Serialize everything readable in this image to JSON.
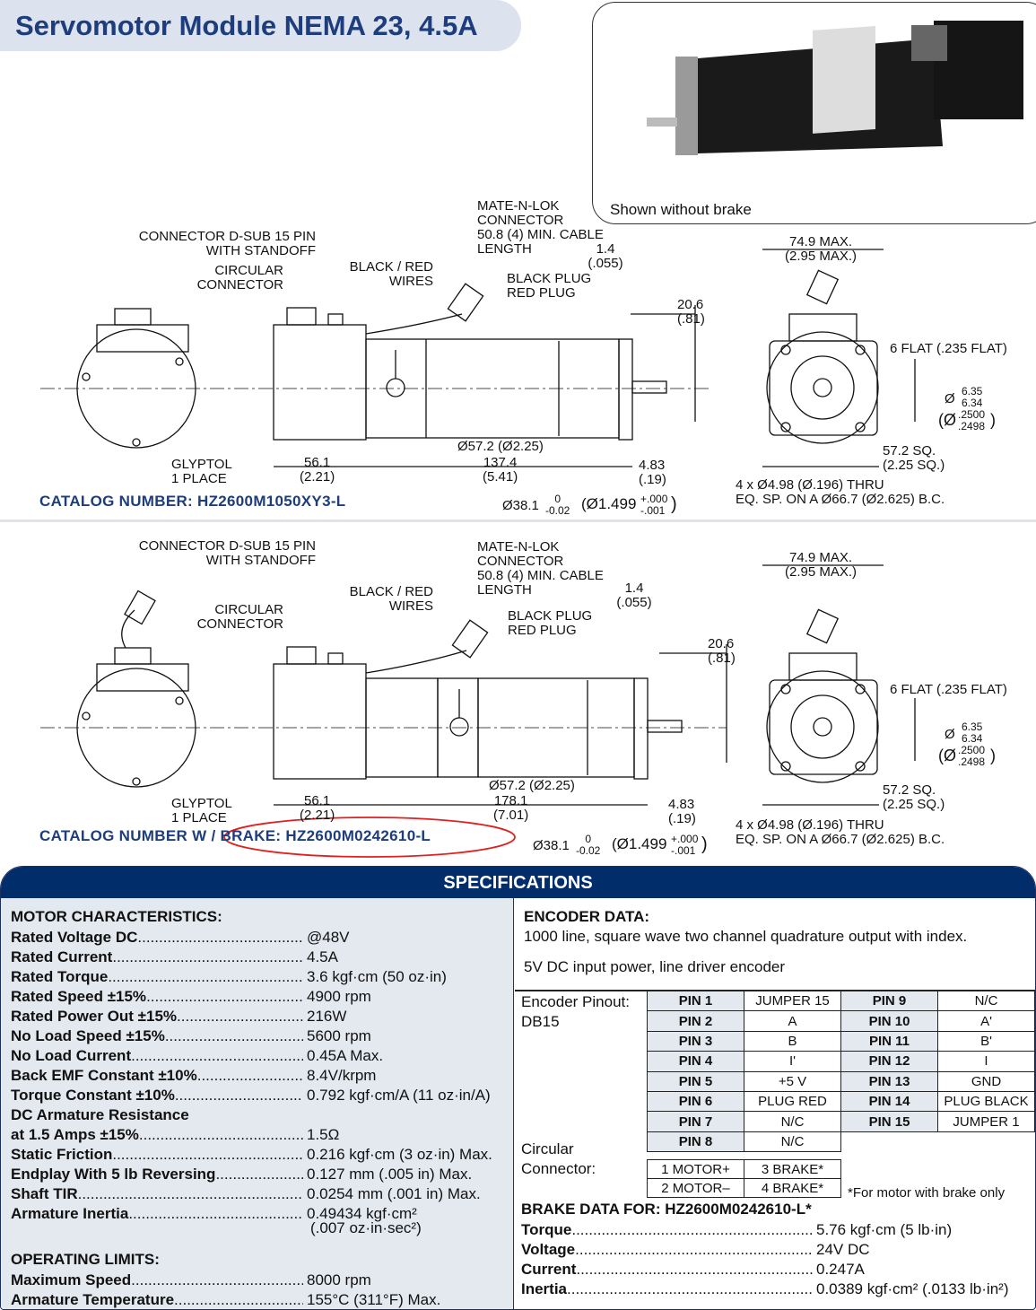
{
  "title": "Servomotor Module NEMA 23, 4.5A",
  "photo_caption": "Shown without brake",
  "drawing_top": {
    "dsub": [
      "CONNECTOR D-SUB 15 PIN",
      "WITH STANDOFF"
    ],
    "circular": [
      "CIRCULAR",
      "CONNECTOR"
    ],
    "wires": [
      "BLACK / RED",
      "WIRES"
    ],
    "mate": [
      "MATE-N-LOK",
      "CONNECTOR"
    ],
    "cable": [
      "50.8 (4) MIN. CABLE",
      "LENGTH"
    ],
    "dim_1_4": [
      "1.4",
      "(.055)"
    ],
    "plug": [
      "BLACK PLUG",
      "RED PLUG"
    ],
    "dim_20_6": [
      "20.6",
      "(.81)"
    ],
    "dim_74_9": [
      "74.9 MAX.",
      "(2.95 MAX.)"
    ],
    "flat": "6 FLAT (.235 FLAT)",
    "shaft_dia": {
      "phi": "Ø",
      "mm": [
        "6.35",
        "6.34"
      ],
      "open": "(Ø",
      "in": [
        ".2500",
        ".2498"
      ],
      "close": ")"
    },
    "sq": [
      "57.2 SQ.",
      "(2.25 SQ.)"
    ],
    "holes": [
      "4 x Ø4.98 (Ø.196) THRU",
      "EQ. SP. ON A Ø66.7 (Ø2.625) B.C."
    ],
    "glyptol": [
      "GLYPTOL",
      "1 PLACE"
    ],
    "dim_56_1": [
      "56.1",
      "(2.21)"
    ],
    "dia_57": "Ø57.2 (Ø2.25)",
    "length": [
      "137.4",
      "(5.41)"
    ],
    "dim_4_83": [
      "4.83",
      "(.19)"
    ],
    "catalog": "CATALOG NUMBER:  HZ2600M1050XY3-L",
    "pilot": {
      "mm": "Ø38.1",
      "mm_tol": [
        "0",
        "-0.02"
      ],
      "in": "(Ø1.499",
      "in_tol": [
        "+.000",
        "-.001"
      ],
      "close": ")"
    }
  },
  "drawing_bottom": {
    "dsub": [
      "CONNECTOR D-SUB 15 PIN",
      "WITH STANDOFF"
    ],
    "circular": [
      "CIRCULAR",
      "CONNECTOR"
    ],
    "wires": [
      "BLACK / RED",
      "WIRES"
    ],
    "mate": [
      "MATE-N-LOK",
      "CONNECTOR"
    ],
    "cable": [
      "50.8 (4) MIN. CABLE",
      "LENGTH"
    ],
    "dim_1_4": [
      "1.4",
      "(.055)"
    ],
    "plug": [
      "BLACK PLUG",
      "RED PLUG"
    ],
    "dim_20_6": [
      "20.6",
      "(.81)"
    ],
    "dim_74_9": [
      "74.9 MAX.",
      "(2.95 MAX.)"
    ],
    "flat": "6 FLAT (.235 FLAT)",
    "shaft_dia": {
      "phi": "Ø",
      "mm": [
        "6.35",
        "6.34"
      ],
      "open": "(Ø",
      "in": [
        ".2500",
        ".2498"
      ],
      "close": ")"
    },
    "sq": [
      "57.2 SQ.",
      "(2.25 SQ.)"
    ],
    "holes": [
      "4 x Ø4.98 (Ø.196) THRU",
      "EQ. SP. ON A Ø66.7 (Ø2.625) B.C."
    ],
    "glyptol": [
      "GLYPTOL",
      "1 PLACE"
    ],
    "dim_56_1": [
      "56.1",
      "(2.21)"
    ],
    "dia_57": "Ø57.2 (Ø2.25)",
    "length": [
      "178.1",
      "(7.01)"
    ],
    "dim_4_83": [
      "4.83",
      "(.19)"
    ],
    "catalog": "CATALOG NUMBER W / BRAKE:  HZ2600M0242610-L",
    "pilot": {
      "mm": "Ø38.1",
      "mm_tol": [
        "0",
        "-0.02"
      ],
      "in": "(Ø1.499",
      "in_tol": [
        "+.000",
        "-.001"
      ],
      "close": ")"
    }
  },
  "specs": {
    "header": "SPECIFICATIONS",
    "motor_heading": "MOTOR CHARACTERISTICS:",
    "motor": [
      {
        "k": "Rated Voltage DC",
        "v": "@48V"
      },
      {
        "k": "Rated Current",
        "v": "4.5A"
      },
      {
        "k": "Rated Torque",
        "v": "3.6 kgf·cm (50 oz·in)"
      },
      {
        "k": "Rated Speed ±15%",
        "v": "4900 rpm"
      },
      {
        "k": "Rated Power Out ±15%",
        "v": "216W"
      },
      {
        "k": "No Load Speed ±15%",
        "v": "5600 rpm"
      },
      {
        "k": "No Load Current",
        "v": "0.45A Max."
      },
      {
        "k": "Back EMF Constant ±10%",
        "v": "8.4V/krpm"
      },
      {
        "k": "Torque Constant ±10%",
        "v": "0.792 kgf·cm/A (11 oz·in/A)"
      },
      {
        "k": "DC Armature Resistance",
        "v": ""
      },
      {
        "k": "at 1.5 Amps ±15%",
        "v": "1.5Ω"
      },
      {
        "k": "Static Friction",
        "v": "0.216 kgf·cm (3 oz·in) Max."
      },
      {
        "k": "Endplay With 5 lb Reversing",
        "v": "0.127 mm (.005 in) Max."
      },
      {
        "k": "Shaft TIR",
        "v": "0.0254 mm (.001 in) Max."
      },
      {
        "k": "Armature Inertia",
        "v": "0.49434 kgf·cm²"
      }
    ],
    "inertia_line2": "(.007 oz·in·sec²)",
    "limits_heading": "OPERATING LIMITS:",
    "limits": [
      {
        "k": "Maximum Speed",
        "v": "8000 rpm"
      },
      {
        "k": "Armature Temperature",
        "v": "155°C (311°F) Max."
      }
    ],
    "encoder_heading": "ENCODER DATA:",
    "encoder_lines": [
      "1000 line, square wave two channel quadrature output with index.",
      "5V DC input power, line driver encoder"
    ],
    "pinout_label": [
      "Encoder Pinout:",
      "DB15"
    ],
    "pins": [
      [
        "PIN 1",
        "JUMPER 15",
        "PIN 9",
        "N/C"
      ],
      [
        "PIN 2",
        "A",
        "PIN 10",
        "A'"
      ],
      [
        "PIN 3",
        "B",
        "PIN 11",
        "B'"
      ],
      [
        "PIN 4",
        "I'",
        "PIN 12",
        "I"
      ],
      [
        "PIN 5",
        "+5 V",
        "PIN 13",
        "GND"
      ],
      [
        "PIN 6",
        "PLUG RED",
        "PIN 14",
        "PLUG BLACK"
      ],
      [
        "PIN 7",
        "N/C",
        "PIN 15",
        "JUMPER 1"
      ],
      [
        "PIN 8",
        "N/C"
      ]
    ],
    "circular_label": [
      "Circular",
      "Connector:"
    ],
    "circular": [
      [
        "1 MOTOR+",
        "3 BRAKE*"
      ],
      [
        "2 MOTOR–",
        "4 BRAKE*"
      ]
    ],
    "footnote": "*For motor with brake only",
    "brake_heading": "BRAKE DATA FOR: HZ2600M0242610-L*",
    "brake": [
      {
        "k": "Torque",
        "v": "5.76 kgf·cm (5 lb·in)"
      },
      {
        "k": "Voltage",
        "v": "24V DC"
      },
      {
        "k": "Current",
        "v": "0.247A"
      },
      {
        "k": "Inertia",
        "v": "0.0389 kgf·cm² (.0133 lb·in²)"
      }
    ]
  },
  "colors": {
    "navy": "#022d6b",
    "title": "#1d3d7c",
    "panel": "#e4e8ef",
    "highlight": "#e02020"
  }
}
